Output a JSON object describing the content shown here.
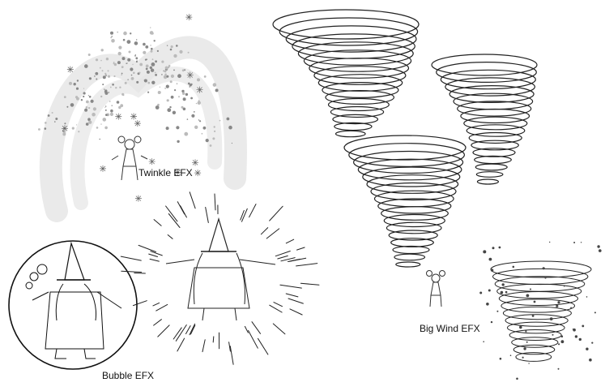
{
  "labels": {
    "twinkle": "Twinkle EFX",
    "bubble": "Bubble EFX",
    "big_wind": "Big Wind EFX"
  },
  "illustrations": [
    {
      "name": "twinkle-sparkle-fountain",
      "caption_key": "twinkle"
    },
    {
      "name": "bubble-wizard-in-circle",
      "caption_key": "bubble"
    },
    {
      "name": "wizard-burst-lines",
      "caption_key": "bubble"
    },
    {
      "name": "tornado-large-top",
      "caption_key": "big_wind"
    },
    {
      "name": "tornado-right",
      "caption_key": "big_wind"
    },
    {
      "name": "tornado-middle",
      "caption_key": "big_wind"
    },
    {
      "name": "sparkle-whirlwind",
      "caption_key": "big_wind"
    }
  ],
  "colors": {
    "line": "#222222",
    "sparkle": "#9a9a9a",
    "background": "#ffffff"
  }
}
